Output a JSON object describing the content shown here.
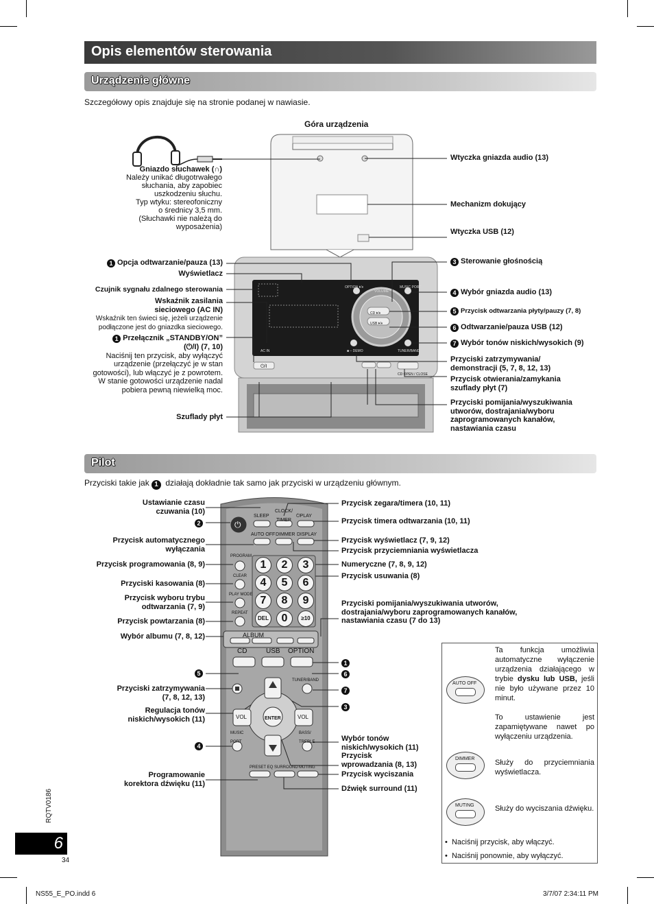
{
  "title": "Opis elementów sterowania",
  "section_main": "Urządzenie główne",
  "intro_main": "Szczegółowy opis znajduje się na stronie podanej w nawiasie.",
  "top_view_label": "Góra urządzenia",
  "headphones": {
    "title": "Gniazdo słuchawek (",
    "symbol": "∩",
    "title_end": ")",
    "text": [
      "Należy unikać długotrwałego",
      "słuchania, aby zapobiec",
      "uszkodzeniu słuchu.",
      "Typ wtyku: stereofoniczny",
      "o średnicy 3,5 mm.",
      "(Słuchawki nie należą do",
      "wyposażenia)"
    ]
  },
  "top_right": [
    "Wtyczka gniazda audio (13)",
    "Mechanizm dokujący",
    "Wtyczka USB (12)"
  ],
  "left_labels": {
    "opt": "Opcja odtwarzanie/pauza (13)",
    "opt_num": "1",
    "display": "Wyświetlacz",
    "sensor": "Czujnik sygnału zdalnego sterowania",
    "ac_title1": "Wskaźnik zasilania",
    "ac_title2": "sieciowego (AC IN)",
    "ac_text": [
      "Wskaźnik ten świeci się, jeżeli urządzenie",
      "podłączone jest do gniazdka sieciowego."
    ],
    "standby_num": "1",
    "standby_title1": "Przełącznik „STANDBY/ON”",
    "standby_title2": "(⏻/I) (7, 10)",
    "standby_text": [
      "Naciśnij ten przycisk, aby wyłączyć",
      "urządzenie (przełączyć je w stan",
      "gotowości), lub włączyć je z powrotem.",
      "W stanie gotowości urządzenie nadal",
      "pobiera pewną niewielką moc."
    ],
    "trays": "Szuflady płyt"
  },
  "right_labels": {
    "vol_num": "3",
    "vol": "Sterowanie głośnością",
    "mp_num": "4",
    "mp": "Wybór gniazda audio (13)",
    "cd_num": "5",
    "cd": "Przycisk odtwarzania płyty/pauzy (7, 8)",
    "usb_num": "6",
    "usb": "Odtwarzanie/pauza USB (12)",
    "tuner_num": "7",
    "tuner": "Wybór tonów niskich/wysokich (9)",
    "stop1": "Przyciski zatrzymywania/",
    "stop2": "demonstracji (5, 7, 8, 12, 13)",
    "open1": "Przycisk otwierania/zamykania",
    "open2": "szuflady płyt (7)",
    "skip": [
      "Przyciski pomijania/wyszukiwania",
      "utworów, dostrajania/wyboru",
      "zaprogramowanych kanałów,",
      "nastawiania czasu"
    ]
  },
  "device_text": {
    "option": "OPTION ⏵/⏸",
    "music_port": "MUSIC PORT",
    "volume": "VOLUME",
    "cd": "CD ⏵/⏸",
    "usb": "USB ⏵/⏸",
    "demo": "■ – DEMO",
    "tuner": "TUNER/BAND",
    "acin": "AC IN",
    "power": "⏻/I",
    "open": "CD OPEN / CLOSE"
  },
  "section_remote": "Pilot",
  "intro_remote_a": "Przyciski takie jak",
  "intro_remote_num": "1",
  "intro_remote_b": "działają dokładnie tak samo jak przyciski w urządzeniu głównym.",
  "remote_left": {
    "sleep1": "Ustawianie czasu",
    "sleep2": "czuwania (10)",
    "power_num": "2",
    "autooff1": "Przycisk automatycznego",
    "autooff2": "wyłączania",
    "program": "Przycisk programowania (8, 9)",
    "clear": "Przyciski kasowania (8)",
    "playmode1": "Przycisk wyboru trybu",
    "playmode2": "odtwarzania (7, 9)",
    "repeat": "Przycisk powtarzania (8)",
    "album": "Wybór albumu (7, 8, 12)",
    "cd_num": "5",
    "stop1": "Przyciski zatrzymywania",
    "stop2": "(7, 8, 12, 13)",
    "vol1": "Regulacja tonów",
    "vol2": "niskich/wysokich (11)",
    "mp_num": "4",
    "preset1": "Programowanie",
    "preset2": "korektora dźwięku (11)"
  },
  "remote_right": {
    "clock": "Przycisk zegara/timera (10, 11)",
    "play": "Przycisk timera odtwarzania (10, 11)",
    "display": "Przycisk wyświetlacz (7, 9, 12)",
    "dimmer": "Przycisk przyciemniania wyświetlacza",
    "numeric": "Numeryczne (7, 8, 9, 12)",
    "del": "Przycisk usuwania (8)",
    "skip": [
      "Przyciski pomijania/wyszukiwania utworów,",
      "dostrajania/wyboru zaprogramowanych kanałów,",
      "nastawiania czasu (7 do 13)"
    ],
    "n1": "1",
    "n6": "6",
    "n7": "7",
    "n3": "3",
    "bass1": "Wybór tonów",
    "bass2": "niskich/wysokich (11)",
    "enter1": "Przycisk",
    "enter2": "wprowadzania (8, 13)",
    "muting": "Przycisk wyciszania",
    "surround": "Dźwięk surround (11)"
  },
  "remote_keys": {
    "sleep": "SLEEP",
    "clock": "CLOCK/ TIMER",
    "play": "⏻PLAY",
    "autooff": "AUTO OFF",
    "dimmer": "DIMMER",
    "display": "DISPLAY",
    "program": "PROGRAM",
    "clear": "CLEAR",
    "playmode": "PLAY MODE",
    "repeat": "REPEAT",
    "digits": [
      "1",
      "2",
      "3",
      "4",
      "5",
      "6",
      "7",
      "8",
      "9",
      "DEL",
      "0",
      "≥10"
    ],
    "album": "ALBUM",
    "cd": "CD",
    "usb": "USB",
    "option": "OPTION",
    "tuner": "TUNER/BAND",
    "vol": "VOL",
    "enter": "ENTER",
    "musicport": "MUSIC PORT",
    "bass": "BASS/ TREBLE",
    "preset": "PRESET EQ",
    "surround": "SURROUND",
    "muting": "MUTING"
  },
  "infobox": {
    "autooff_btn": "AUTO OFF",
    "autooff_1": "Ta funkcja umożliwia automatyczne wyłączenie urządzenia działającego w trybie ",
    "autooff_bold": "dysku lub USB,",
    "autooff_2": " jeśli nie było używane przez 10 minut.",
    "autooff_3": "To ustawienie jest zapamiętywane nawet po wyłączeniu urządzenia.",
    "dimmer_btn": "DIMMER",
    "dimmer": "Służy do przyciemniania wyświetlacza.",
    "muting_btn": "MUTING",
    "muting": "Służy do wyciszania dźwięku.",
    "bullet1": "Naciśnij przycisk, aby włączyć.",
    "bullet2": "Naciśnij ponownie, aby wyłączyć."
  },
  "side_code": "RQTV0186",
  "page_number": "6",
  "page_small": "34",
  "footer_left": "NS55_E_PO.indd   6",
  "footer_right": "3/7/07   2:34:11 PM"
}
